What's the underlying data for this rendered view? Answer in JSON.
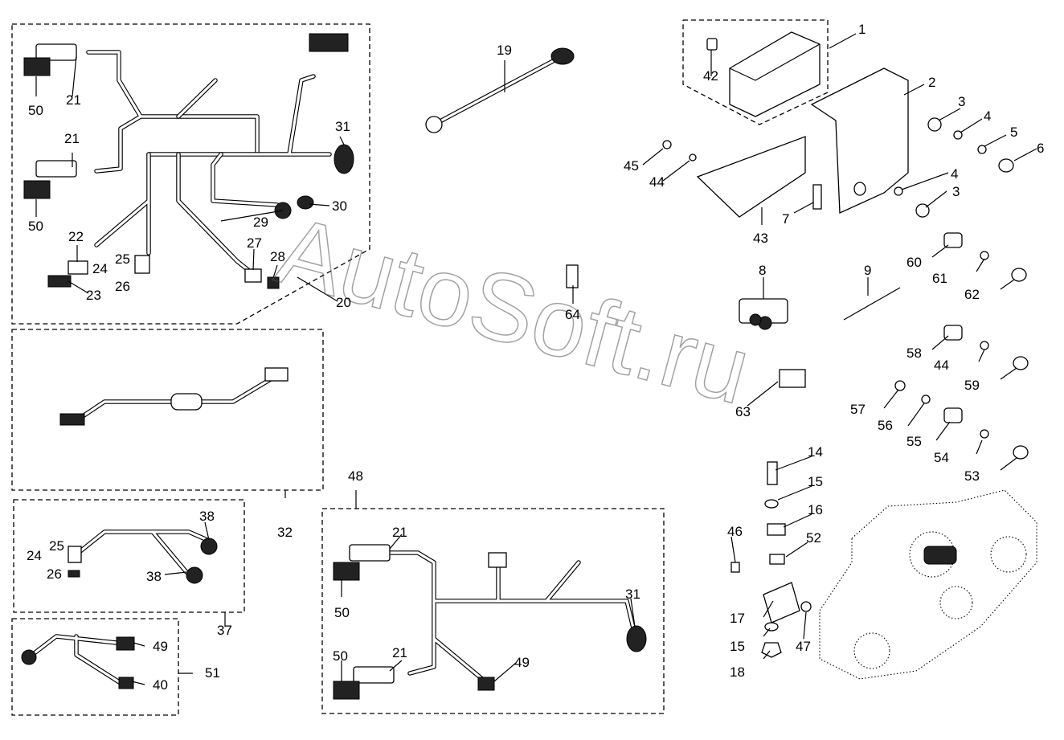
{
  "watermark": "AutoSoft.ru",
  "callouts": [
    {
      "id": "c1",
      "text": "1"
    },
    {
      "id": "c2",
      "text": "2"
    },
    {
      "id": "c3a",
      "text": "3"
    },
    {
      "id": "c3b",
      "text": "3"
    },
    {
      "id": "c4a",
      "text": "4"
    },
    {
      "id": "c4b",
      "text": "4"
    },
    {
      "id": "c5",
      "text": "5"
    },
    {
      "id": "c6",
      "text": "6"
    },
    {
      "id": "c7",
      "text": "7"
    },
    {
      "id": "c8",
      "text": "8"
    },
    {
      "id": "c9",
      "text": "9"
    },
    {
      "id": "c14",
      "text": "14"
    },
    {
      "id": "c15a",
      "text": "15"
    },
    {
      "id": "c15b",
      "text": "15"
    },
    {
      "id": "c16",
      "text": "16"
    },
    {
      "id": "c17",
      "text": "17"
    },
    {
      "id": "c18",
      "text": "18"
    },
    {
      "id": "c19",
      "text": "19"
    },
    {
      "id": "c20",
      "text": "20"
    },
    {
      "id": "c21a",
      "text": "21"
    },
    {
      "id": "c21b",
      "text": "21"
    },
    {
      "id": "c21c",
      "text": "21"
    },
    {
      "id": "c21d",
      "text": "21"
    },
    {
      "id": "c22",
      "text": "22"
    },
    {
      "id": "c23",
      "text": "23"
    },
    {
      "id": "c24a",
      "text": "24"
    },
    {
      "id": "c24b",
      "text": "24"
    },
    {
      "id": "c25a",
      "text": "25"
    },
    {
      "id": "c25b",
      "text": "25"
    },
    {
      "id": "c26a",
      "text": "26"
    },
    {
      "id": "c26b",
      "text": "26"
    },
    {
      "id": "c27",
      "text": "27"
    },
    {
      "id": "c28",
      "text": "28"
    },
    {
      "id": "c29",
      "text": "29"
    },
    {
      "id": "c30",
      "text": "30"
    },
    {
      "id": "c31a",
      "text": "31"
    },
    {
      "id": "c31b",
      "text": "31"
    },
    {
      "id": "c32",
      "text": "32"
    },
    {
      "id": "c37",
      "text": "37"
    },
    {
      "id": "c38a",
      "text": "38"
    },
    {
      "id": "c38b",
      "text": "38"
    },
    {
      "id": "c40",
      "text": "40"
    },
    {
      "id": "c42",
      "text": "42"
    },
    {
      "id": "c43",
      "text": "43"
    },
    {
      "id": "c44a",
      "text": "44"
    },
    {
      "id": "c44b",
      "text": "44"
    },
    {
      "id": "c45",
      "text": "45"
    },
    {
      "id": "c46",
      "text": "46"
    },
    {
      "id": "c47",
      "text": "47"
    },
    {
      "id": "c48",
      "text": "48"
    },
    {
      "id": "c49a",
      "text": "49"
    },
    {
      "id": "c49b",
      "text": "49"
    },
    {
      "id": "c50a",
      "text": "50"
    },
    {
      "id": "c50b",
      "text": "50"
    },
    {
      "id": "c50c",
      "text": "50"
    },
    {
      "id": "c50d",
      "text": "50"
    },
    {
      "id": "c51",
      "text": "51"
    },
    {
      "id": "c52",
      "text": "52"
    },
    {
      "id": "c53",
      "text": "53"
    },
    {
      "id": "c54",
      "text": "54"
    },
    {
      "id": "c55",
      "text": "55"
    },
    {
      "id": "c56",
      "text": "56"
    },
    {
      "id": "c57",
      "text": "57"
    },
    {
      "id": "c58",
      "text": "58"
    },
    {
      "id": "c59",
      "text": "59"
    },
    {
      "id": "c60",
      "text": "60"
    },
    {
      "id": "c61",
      "text": "61"
    },
    {
      "id": "c62",
      "text": "62"
    },
    {
      "id": "c63",
      "text": "63"
    },
    {
      "id": "c64",
      "text": "64"
    }
  ]
}
